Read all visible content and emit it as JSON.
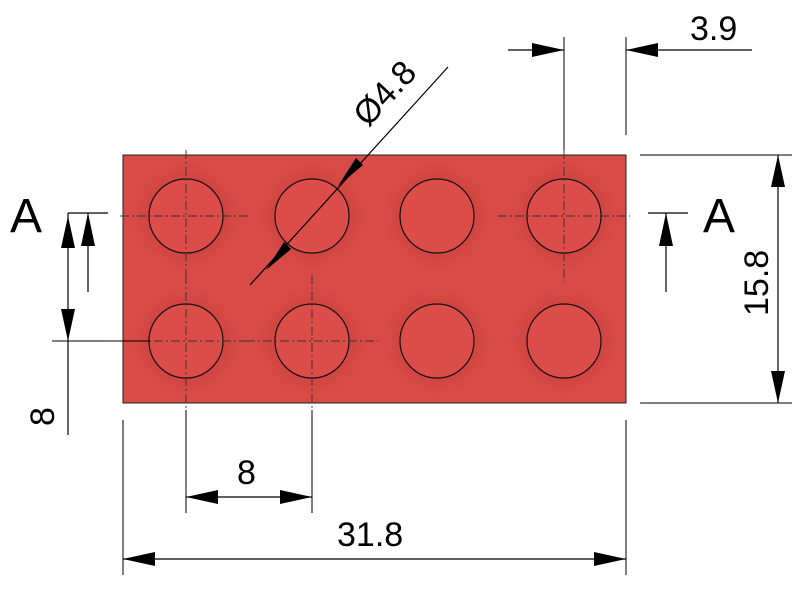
{
  "colors": {
    "brick": "#d84b47",
    "brick_dark": "#b4302c",
    "stud": "#dc4d49",
    "line": "#000000"
  },
  "section": {
    "left_label": "A",
    "right_label": "A"
  },
  "dimensions": {
    "stud_diameter": "Ø4.8",
    "edge_offset": "3.9",
    "height": "15.8",
    "stud_pitch_vertical": "8",
    "stud_pitch_horizontal": "8",
    "overall_length": "31.8"
  }
}
